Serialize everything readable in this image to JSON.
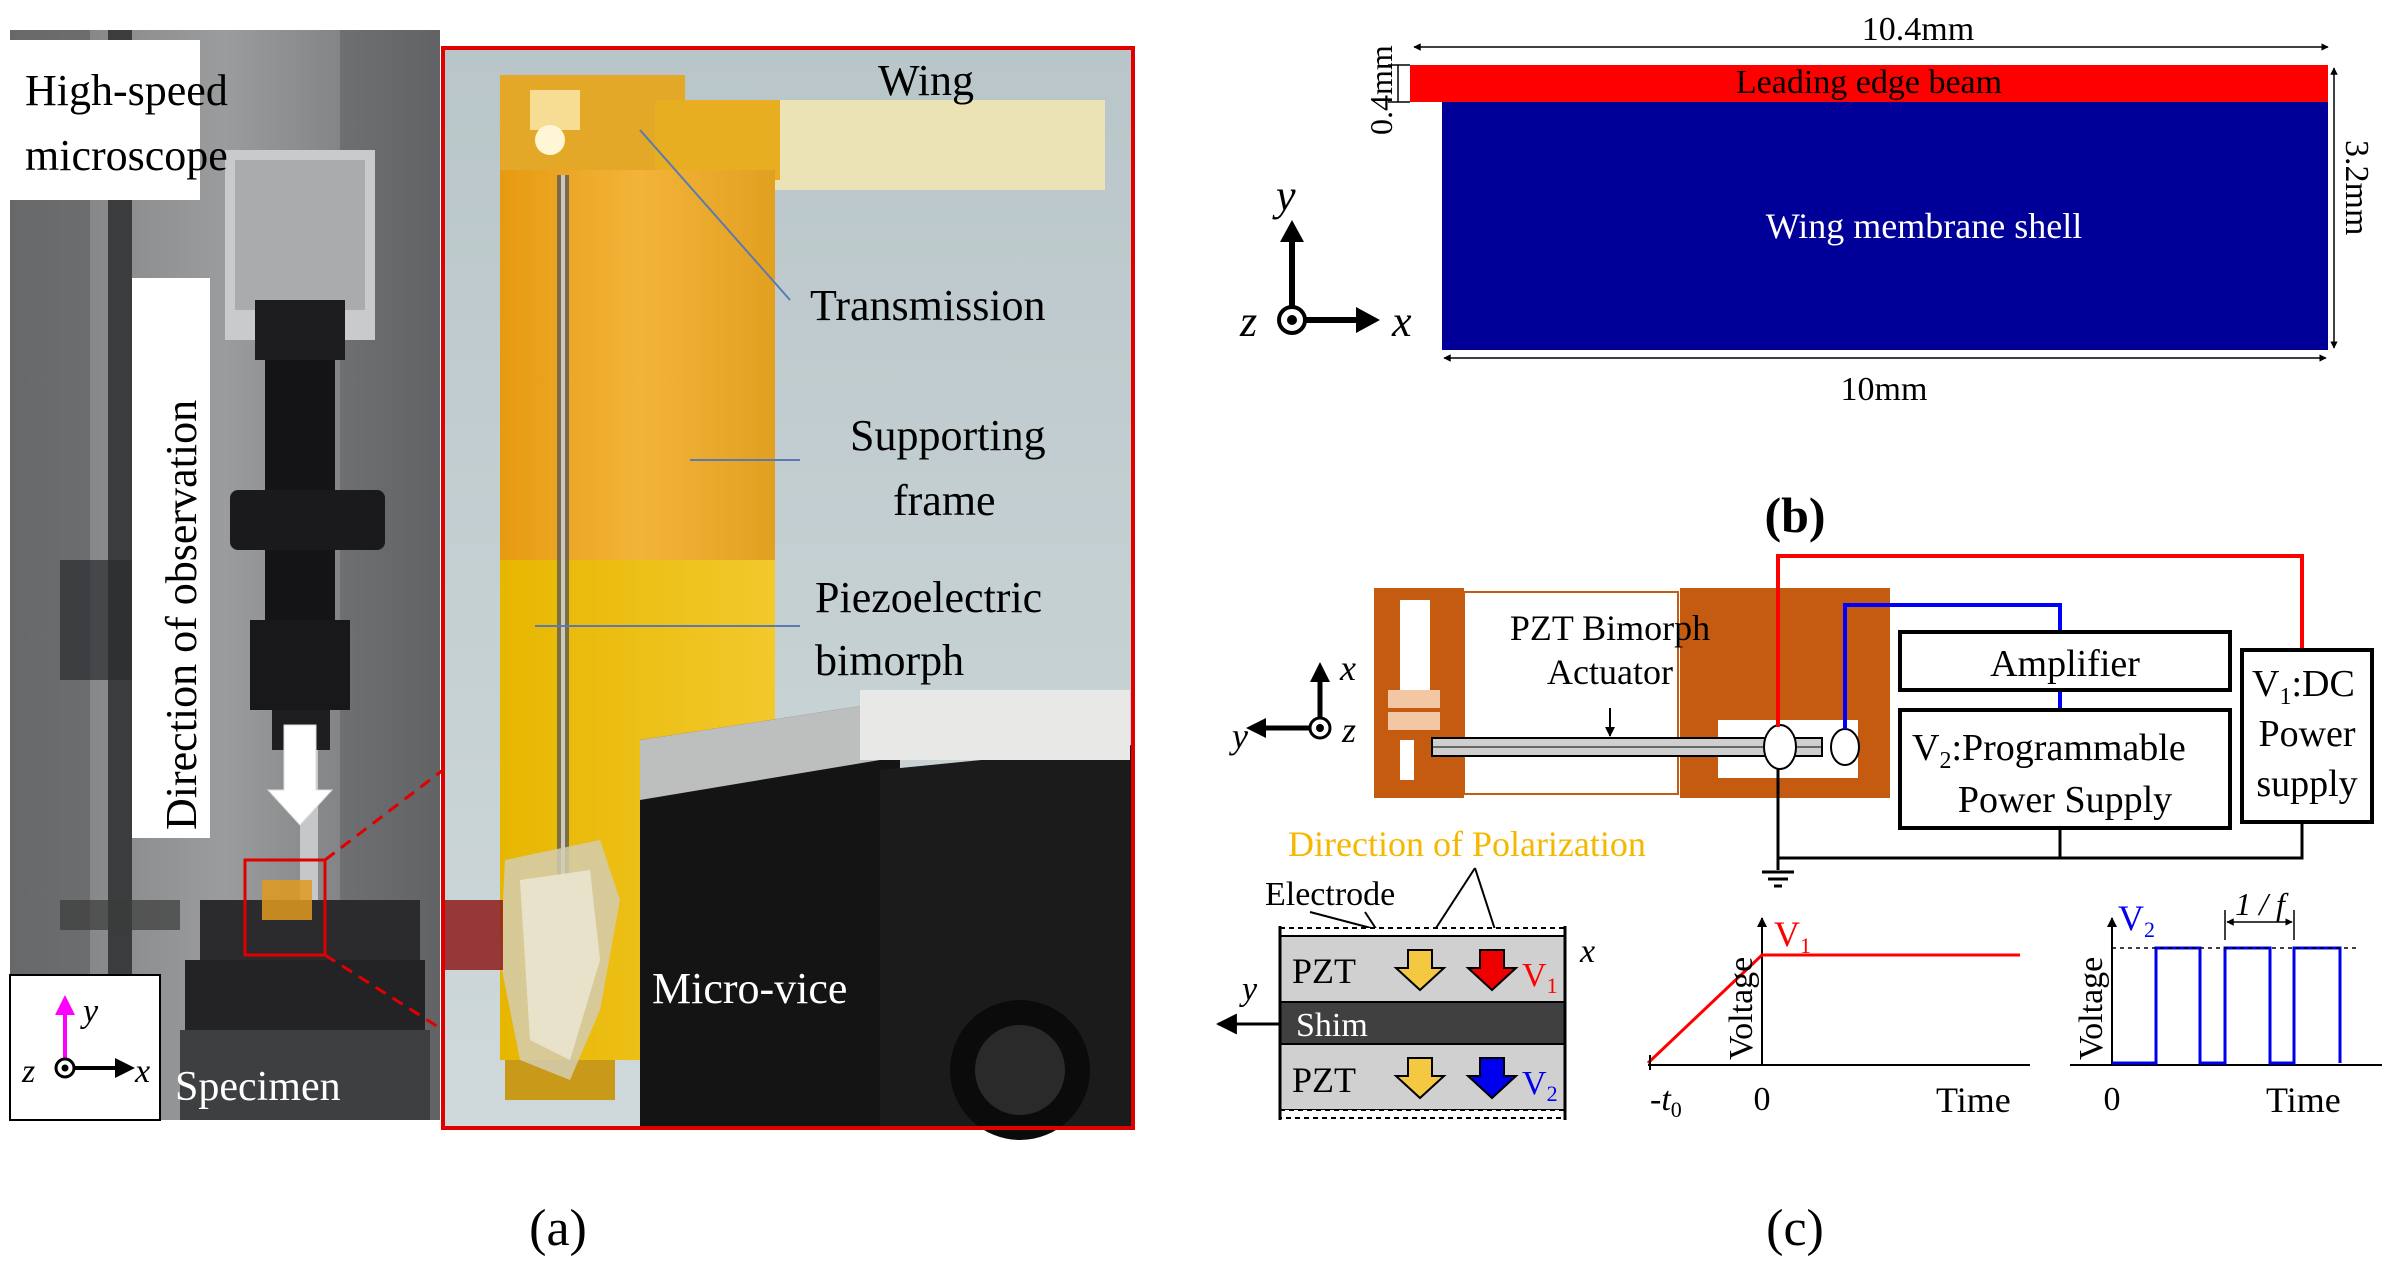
{
  "panel_a": {
    "caption": "(a)",
    "microscope_label_1": "High-speed",
    "microscope_label_2": "microscope",
    "observation_label": "Direction of observation",
    "specimen_label": "Specimen",
    "axis_z": "z",
    "axis_y": "y",
    "axis_x": "x",
    "wing_label": "Wing",
    "transmission_label": "Transmission",
    "frame_label_1": "Supporting",
    "frame_label_2": "frame",
    "piezo_label_1": "Piezoelectric",
    "piezo_label_2": "bimorph",
    "vice_label": "Micro-vice"
  },
  "panel_b": {
    "caption": "(b)",
    "dim_top": "10.4mm",
    "dim_left": "0.4mm",
    "dim_right": "3.2mm",
    "dim_bottom": "10mm",
    "beam_label": "Leading edge beam",
    "shell_label": "Wing membrane shell",
    "axis_y": "y",
    "axis_z": "z",
    "axis_x": "x",
    "colors": {
      "beam": "#ff0000",
      "shell": "#000099"
    }
  },
  "panel_c": {
    "caption": "(c)",
    "actuator_label_1": "PZT Bimorph",
    "actuator_label_2": "Actuator",
    "amplifier_label": "Amplifier",
    "v2_prefix": "V",
    "v2_sub": "2",
    "v2_rest_1": ":Programmable",
    "v2_rest_2": "Power Supply",
    "v1_prefix": "V",
    "v1_sub": "1",
    "v1_rest_1": ":DC",
    "v1_rest_2": "Power",
    "v1_rest_3": "supply",
    "axis_x": "x",
    "axis_y": "y",
    "axis_z": "z",
    "polarization_label": "Direction of Polarization",
    "electrode_label": "Electrode",
    "pzt_top": "PZT",
    "pzt_bottom": "PZT",
    "shim_label": "Shim",
    "stack_axis_x": "x",
    "stack_axis_y": "y",
    "graph1_ylabel": "Voltage",
    "graph1_xlabel": "Time",
    "graph1_series": "V",
    "graph1_series_sub": "1",
    "graph1_tick_neg": "-t",
    "graph1_tick_neg_sub": "0",
    "graph1_tick_zero": "0",
    "graph2_ylabel": "Voltage",
    "graph2_xlabel": "Time",
    "graph2_series": "V",
    "graph2_series_sub": "2",
    "graph2_tick_zero": "0",
    "graph2_period": "1 / f",
    "colors": {
      "polarization": "#f5b800",
      "red": "#ff0000",
      "blue": "#0000cc",
      "frame": "#c55a11"
    }
  }
}
